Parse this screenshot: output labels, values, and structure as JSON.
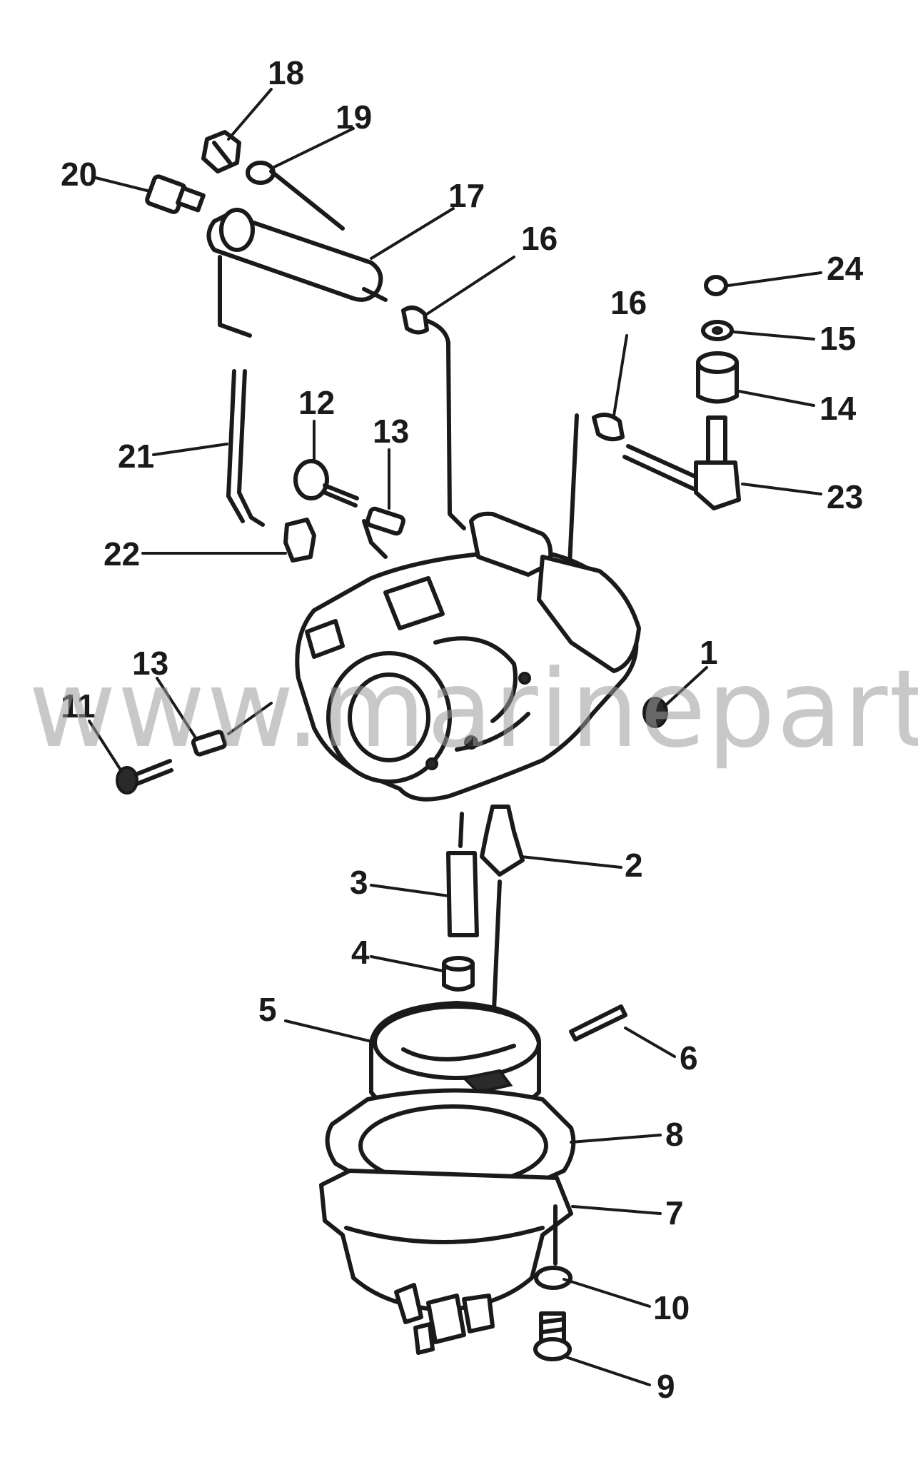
{
  "watermark": "www.marineparts.eu",
  "callouts": {
    "c1": "1",
    "c2": "2",
    "c3": "3",
    "c4": "4",
    "c5": "5",
    "c6": "6",
    "c7": "7",
    "c8": "8",
    "c9": "9",
    "c10": "10",
    "c11": "11",
    "c12": "12",
    "c13a": "13",
    "c13b": "13",
    "c14": "14",
    "c15": "15",
    "c16a": "16",
    "c16b": "16",
    "c17": "17",
    "c18": "18",
    "c19": "19",
    "c20": "20",
    "c21": "21",
    "c22": "22",
    "c23": "23",
    "c24": "24"
  }
}
